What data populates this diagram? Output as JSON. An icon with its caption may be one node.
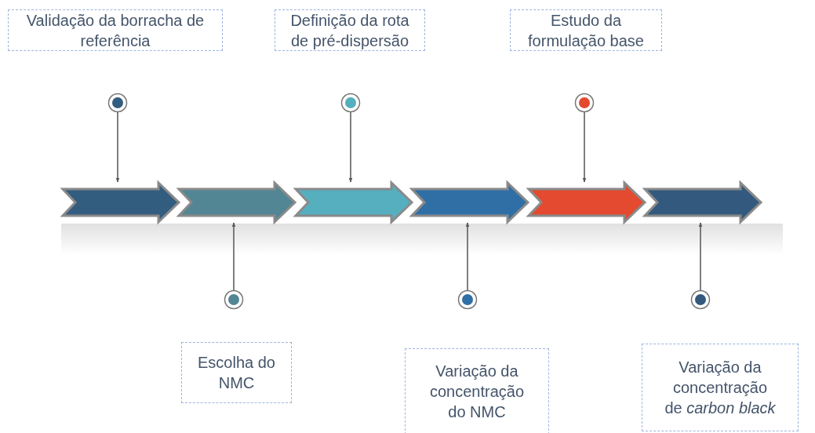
{
  "diagram": {
    "nodes": [
      {
        "text": [],
        "shape": "chevron"
      },
      {
        "text": [],
        "shape": "chevron"
      },
      {
        "text": [],
        "shape": "chevron"
      },
      {
        "text": [],
        "shape": "chevron"
      },
      {
        "text": [],
        "shape": "chevron"
      },
      {
        "text": [],
        "shape": "chevron"
      },
      {
        "text": [],
        "shape": "circle"
      },
      {
        "text": [],
        "shape": "circle"
      },
      {
        "text": [],
        "shape": "circle"
      },
      {
        "text": [],
        "shape": "circle"
      },
      {
        "text": [],
        "shape": "circle"
      },
      {
        "text": [],
        "shape": "circle"
      },
      {
        "text": [
          "Validação da borracha de referência"
        ]
      },
      {
        "text": [
          "Definição da rota de pré-dispersão"
        ]
      },
      {
        "text": [
          "Estudo da formulação base"
        ]
      },
      {
        "text": [
          "Escolha do NMC"
        ]
      },
      {
        "text": [
          "Variação da concentração do NMC"
        ]
      },
      {
        "text": [
          "Variação da concentração de *carbon black*"
        ]
      }
    ],
    "edges": [
      {
        "from": 6,
        "to": 0,
        "arrow": "to"
      },
      {
        "from": 7,
        "to": 1,
        "arrow": "to"
      },
      {
        "from": 8,
        "to": 2,
        "arrow": "to"
      },
      {
        "from": 9,
        "to": 3,
        "arrow": "to"
      },
      {
        "from": 10,
        "to": 4,
        "arrow": "to"
      },
      {
        "from": 11,
        "to": 5,
        "arrow": "to"
      }
    ]
  }
}
